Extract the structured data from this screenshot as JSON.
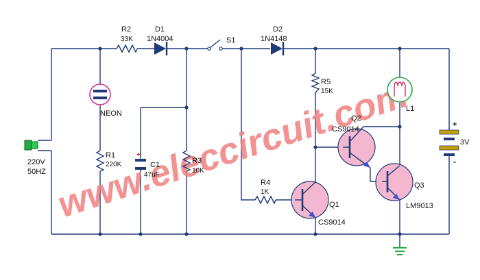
{
  "watermark": "www.eleccircuit.com",
  "colors": {
    "wire": "#1f3a78",
    "transistor_fill": "#f3b8cf",
    "neon_ring": "#cc3399",
    "lamp_ring": "#22aa44",
    "lamp_coil": "#cc3366",
    "emitter_arrow": "#3a4fd0",
    "diode": "#1f3a78",
    "capacitor_plus": "#cc2222",
    "ground": "#22aa44",
    "plug": "#22aa44",
    "watermark": "#f08080"
  },
  "components": {
    "r2": {
      "name": "R2",
      "value": "33K"
    },
    "d1": {
      "name": "D1",
      "value": "1N4004"
    },
    "s1": {
      "name": "S1"
    },
    "d2": {
      "name": "D2",
      "value": "1N4148"
    },
    "neon": {
      "name": "NEON"
    },
    "r1": {
      "name": "R1",
      "value": "220K"
    },
    "c1": {
      "name": "C1",
      "value": "47uF"
    },
    "r3": {
      "name": "R3",
      "value": "10K"
    },
    "r5": {
      "name": "R5",
      "value": "15K"
    },
    "r4": {
      "name": "R4",
      "value": "1K"
    },
    "q1": {
      "name": "Q1",
      "value": "CS9014"
    },
    "q2": {
      "name": "Q2",
      "value": "CS9014"
    },
    "q3": {
      "name": "Q3",
      "value": "LM9013"
    },
    "l1": {
      "name": "L1"
    },
    "battery": {
      "value": "3V",
      "plus": "+",
      "minus": "-"
    },
    "ac_input": {
      "voltage": "220V",
      "frequency": "50HZ"
    },
    "c1_plus": "+"
  }
}
